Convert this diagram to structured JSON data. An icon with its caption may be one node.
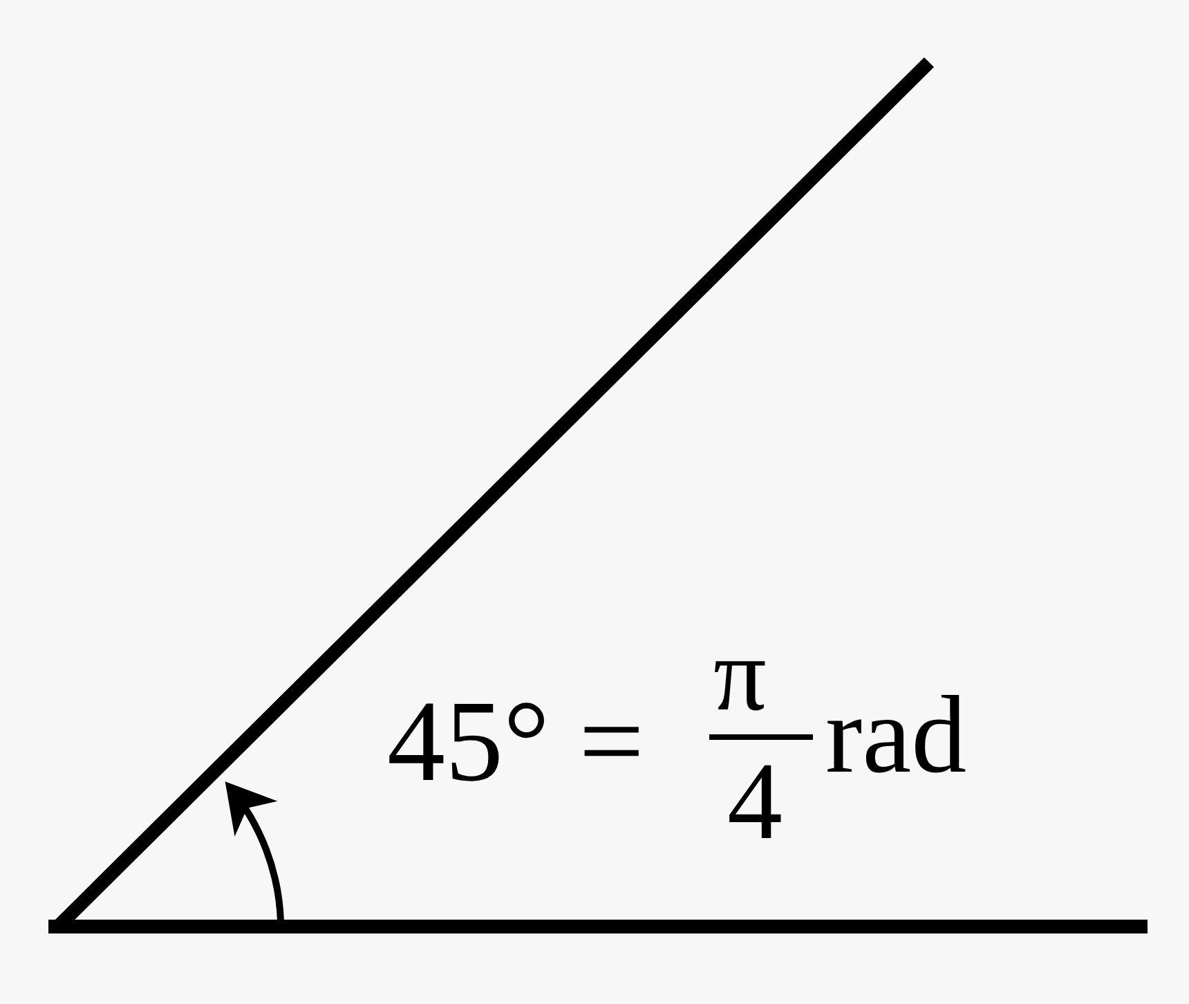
{
  "diagram": {
    "labels": [
      "45° =",
      "π",
      "4",
      "rad"
    ]
  }
}
